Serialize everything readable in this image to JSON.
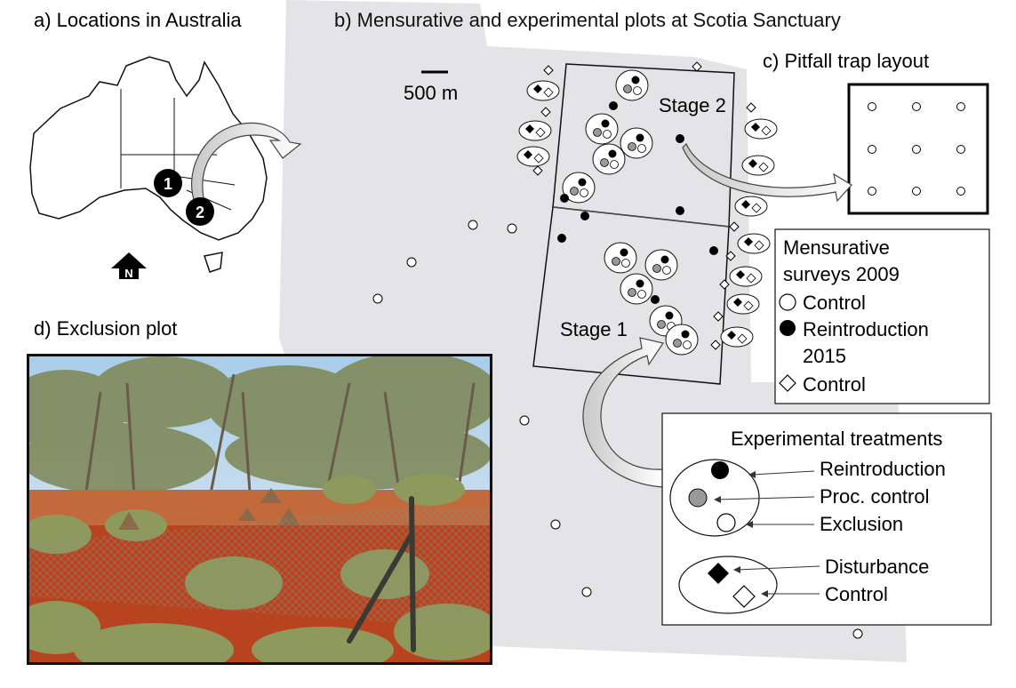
{
  "panel_a": {
    "title": "a) Locations in Australia",
    "markers": [
      "1",
      "2"
    ],
    "north_label": "N"
  },
  "panel_b": {
    "title": "b) Mensurative and experimental plots at Scotia Sanctuary",
    "scale_label": "500 m",
    "stage_labels": {
      "stage2": "Stage 2",
      "stage1": "Stage 1"
    }
  },
  "panel_c": {
    "title": "c) Pitfall trap layout"
  },
  "panel_d": {
    "title": "d) Exclusion plot"
  },
  "legend_mensurative": {
    "line1": "Mensurative",
    "line2": "surveys 2009",
    "control_2009": "Control",
    "reintroduction_line1": "Reintroduction",
    "reintroduction_line2": "2015",
    "control_2015": "Control"
  },
  "legend_experimental": {
    "title": "Experimental treatments",
    "reintroduction": "Reintroduction",
    "proc_control": "Proc. control",
    "exclusion": "Exclusion",
    "disturbance": "Disturbance",
    "control": "Control"
  },
  "colors": {
    "sanctuary_fill": "#e4e4e6",
    "black": "#000000",
    "grey_marker": "#999999",
    "red_soil": "#b8441f",
    "sky": "#cfe3f3"
  }
}
